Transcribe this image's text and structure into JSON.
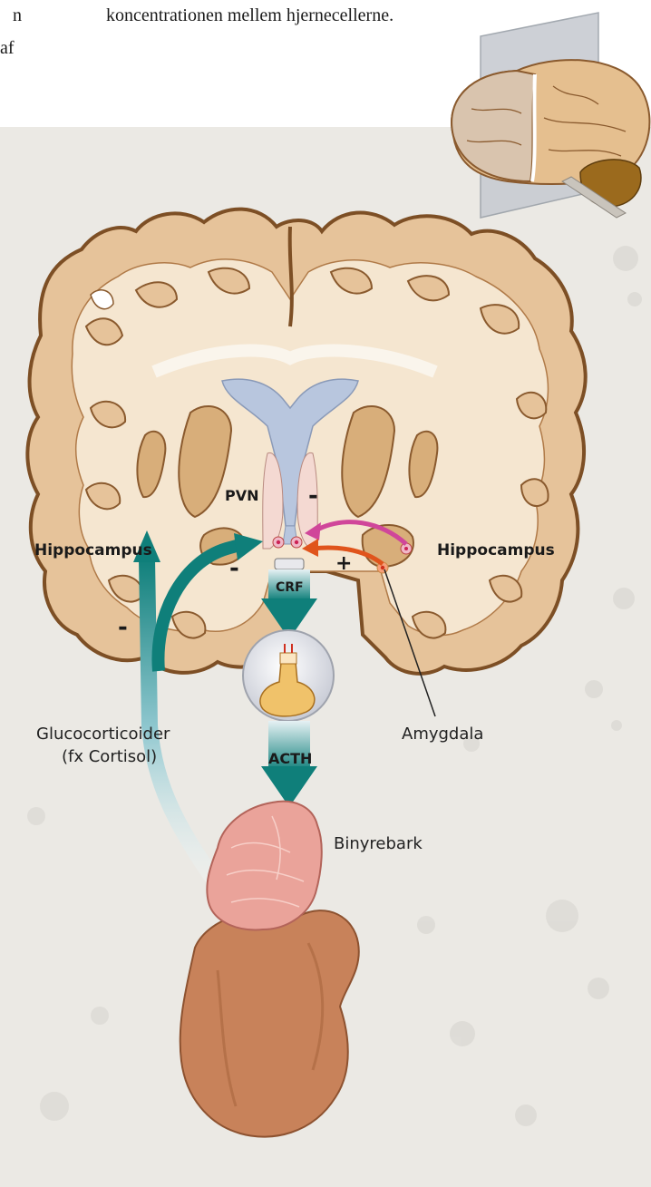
{
  "page_text": {
    "fragment_right_col_line1": "n",
    "fragment_right_col_line2": "af",
    "main_line": "koncentrationen mellem hjernecellerne."
  },
  "labels": {
    "pvn": "PVN",
    "hippocampus_left": "Hippocampus",
    "hippocampus_right": "Hippocampus",
    "minus_top": "-",
    "minus_left": "-",
    "minus_lower_left": "-",
    "plus_right": "+",
    "crf": "CRF",
    "acth": "ACTH",
    "glucocorticoids_line1": "Glucocorticoider",
    "glucocorticoids_line2": "(fx Cortisol)",
    "amygdala": "Amygdala",
    "adrenal_cortex": "Binyrebark"
  },
  "colors": {
    "background_panel": "#ebe9e4",
    "cortex_fill": "#e8c9a3",
    "cortex_outline": "#8a5a2e",
    "white_matter": "#f6ead8",
    "ventricle": "#b8c6de",
    "teal_arrow": "#0f7f7a",
    "magenta_arrow": "#d0469a",
    "orange_arrow": "#e0541c",
    "adrenal_cortex": "#eaa39a",
    "kidney": "#c8825a",
    "cerebellum": "#9b6a1d"
  }
}
